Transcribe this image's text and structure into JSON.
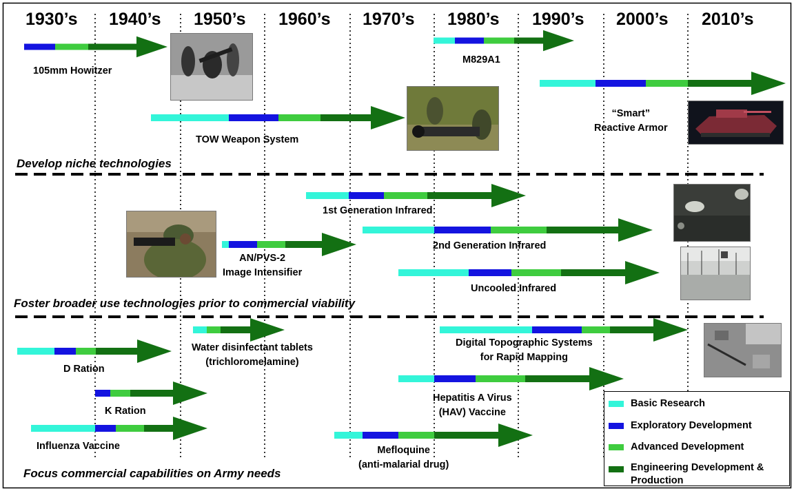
{
  "decades": [
    "1930’s",
    "1940’s",
    "1950’s",
    "1960’s",
    "1970’s",
    "1980’s",
    "1990’s",
    "2000’s",
    "2010’s"
  ],
  "sections": {
    "niche": "Develop niche technologies",
    "broader": "Foster broader use technologies prior to commercial viability",
    "commercial": "Focus commercial capabilities on Army needs"
  },
  "labels": {
    "howitzer": "105mm Howitzer",
    "m829": "M829A1",
    "tow": "TOW Weapon System",
    "smart_armor": "“Smart”\nReactive Armor",
    "ir1": "1st Generation Infrared",
    "ir2": "2nd Generation Infrared",
    "anpvs": "AN/PVS-2\nImage Intensifier",
    "uncooled": "Uncooled Infrared",
    "water_tabs": "Water disinfectant tablets\n(trichloromelamine)",
    "d_ration": "D Ration",
    "k_ration": "K Ration",
    "influenza": "Influenza Vaccine",
    "dts": "Digital Topographic Systems\nfor Rapid Mapping",
    "hav": "Hepatitis A Virus\n(HAV) Vaccine",
    "mefloquine": "Mefloquine\n(anti-malarial drug)"
  },
  "legend": [
    {
      "label": "Basic Research",
      "color": "#33f5d9"
    },
    {
      "label": "Exploratory Development",
      "color": "#1414e0"
    },
    {
      "label": "Advanced Development",
      "color": "#3fcc3f"
    },
    {
      "label": "Engineering Development & Production",
      "color": "#137013"
    }
  ],
  "colors": {
    "basic": "#33f5d9",
    "exploratory": "#1414e0",
    "advanced": "#3fcc3f",
    "engineering": "#137013"
  },
  "photos": [
    "howitzer-photo",
    "tow-photo",
    "tank-photo",
    "infrared-photo-1",
    "soldier-photo",
    "infrared-photo-2",
    "satellite-map-photo"
  ]
}
